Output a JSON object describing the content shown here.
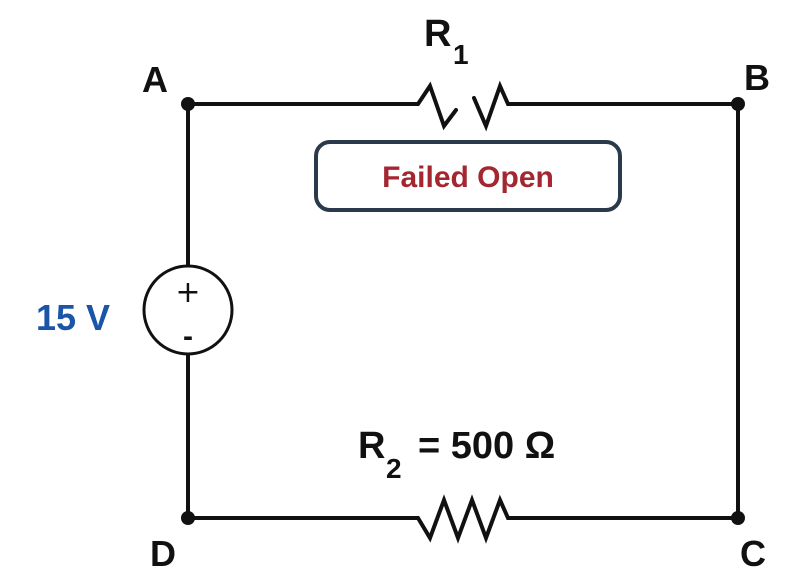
{
  "nodes": {
    "a": "A",
    "b": "B",
    "c": "C",
    "d": "D"
  },
  "r1": {
    "symbol": "R",
    "subscript": "1",
    "status": "Failed Open"
  },
  "r2": {
    "symbol": "R",
    "subscript": "2",
    "value_text": "= 500 Ω"
  },
  "source": {
    "label": "15 V",
    "plus": "+",
    "minus": "-"
  },
  "colors": {
    "wire": "#111111",
    "voltage_label": "#1a55a8",
    "status_text": "#a32630",
    "status_border": "#2b3a4a"
  }
}
